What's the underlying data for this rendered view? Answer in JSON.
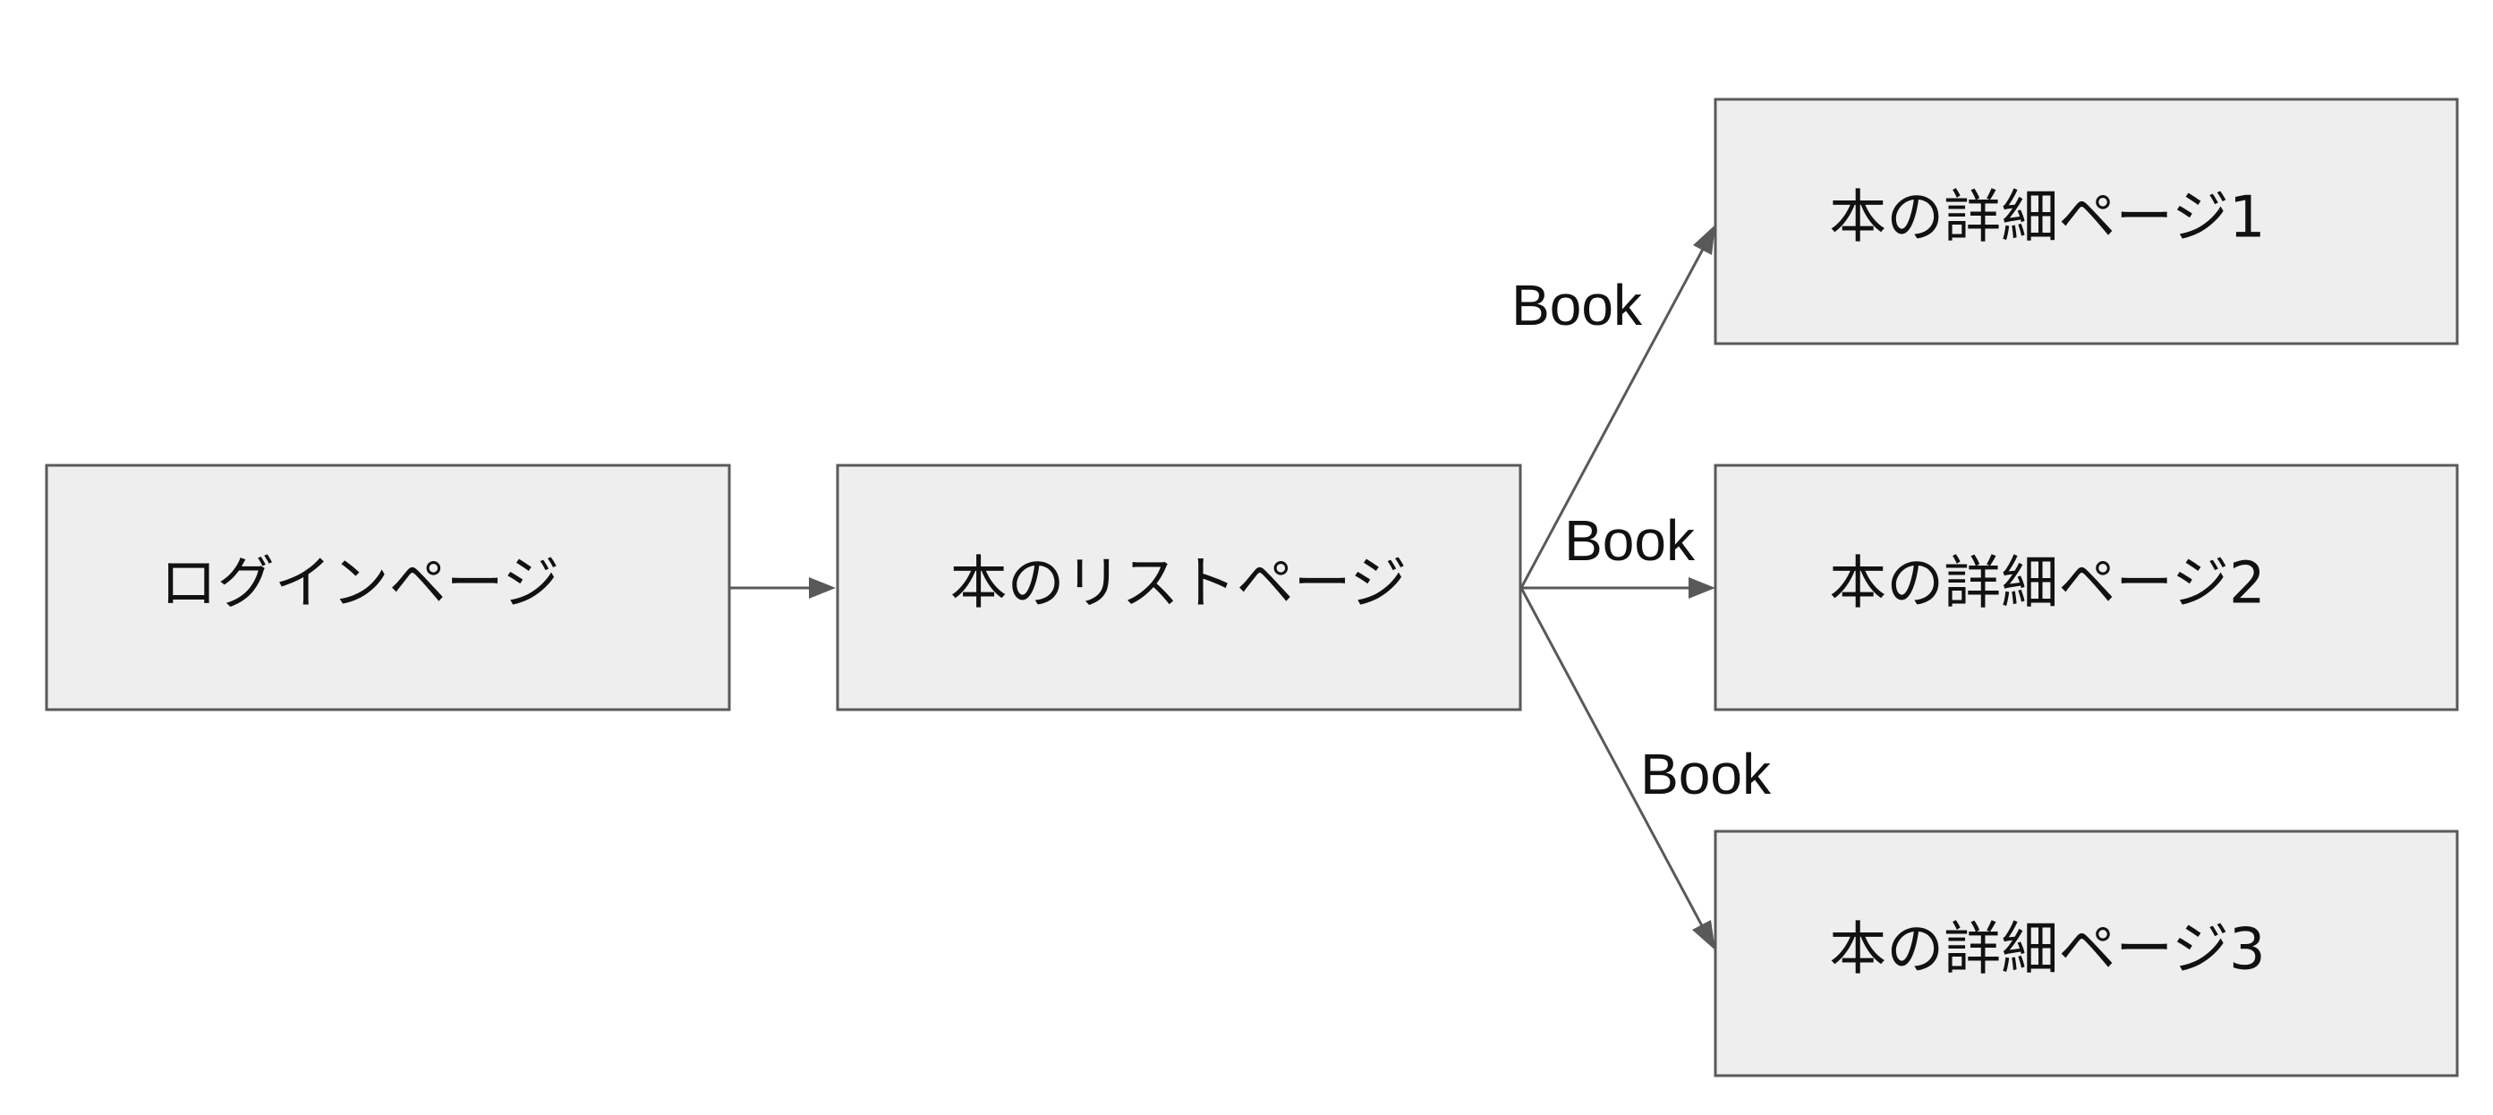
{
  "nodes": [
    {
      "id": "login",
      "label": "ログインページ"
    },
    {
      "id": "list",
      "label": "本のリストページ"
    },
    {
      "id": "detail1",
      "label": "本の詳細ページ1"
    },
    {
      "id": "detail2",
      "label": "本の詳細ページ2"
    },
    {
      "id": "detail3",
      "label": "本の詳細ページ3"
    }
  ],
  "edges": [
    {
      "from": "login",
      "to": "list",
      "label": ""
    },
    {
      "from": "list",
      "to": "detail1",
      "label": "Book"
    },
    {
      "from": "list",
      "to": "detail2",
      "label": "Book"
    },
    {
      "from": "list",
      "to": "detail3",
      "label": "Book"
    }
  ],
  "colors": {
    "node_fill": "#eeeeee",
    "node_stroke": "#595959",
    "edge": "#595959",
    "text": "#111111"
  }
}
